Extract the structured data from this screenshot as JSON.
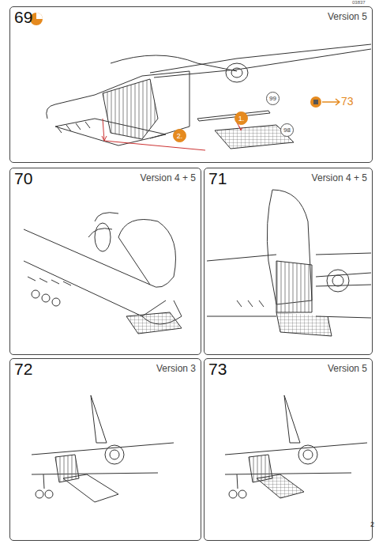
{
  "diagram": {
    "nodes": [
      {
        "text": [
          "69",
          "Version 5"
        ]
      },
      {
        "text": [
          "99"
        ],
        "in": 0
      },
      {
        "text": [
          "1."
        ],
        "in": 0
      },
      {
        "text": [
          "98"
        ],
        "in": 0
      },
      {
        "text": [
          "2."
        ],
        "in": 0
      },
      {
        "text": [
          "70",
          "Version 4 + 5"
        ]
      },
      {
        "text": [
          "71",
          "Version 4 + 5"
        ]
      },
      {
        "text": [
          "72",
          "Version 3"
        ]
      },
      {
        "text": [
          "73",
          "Version 5"
        ]
      }
    ],
    "edges": [],
    "labels": [
      "03837",
      "73",
      "2"
    ]
  }
}
